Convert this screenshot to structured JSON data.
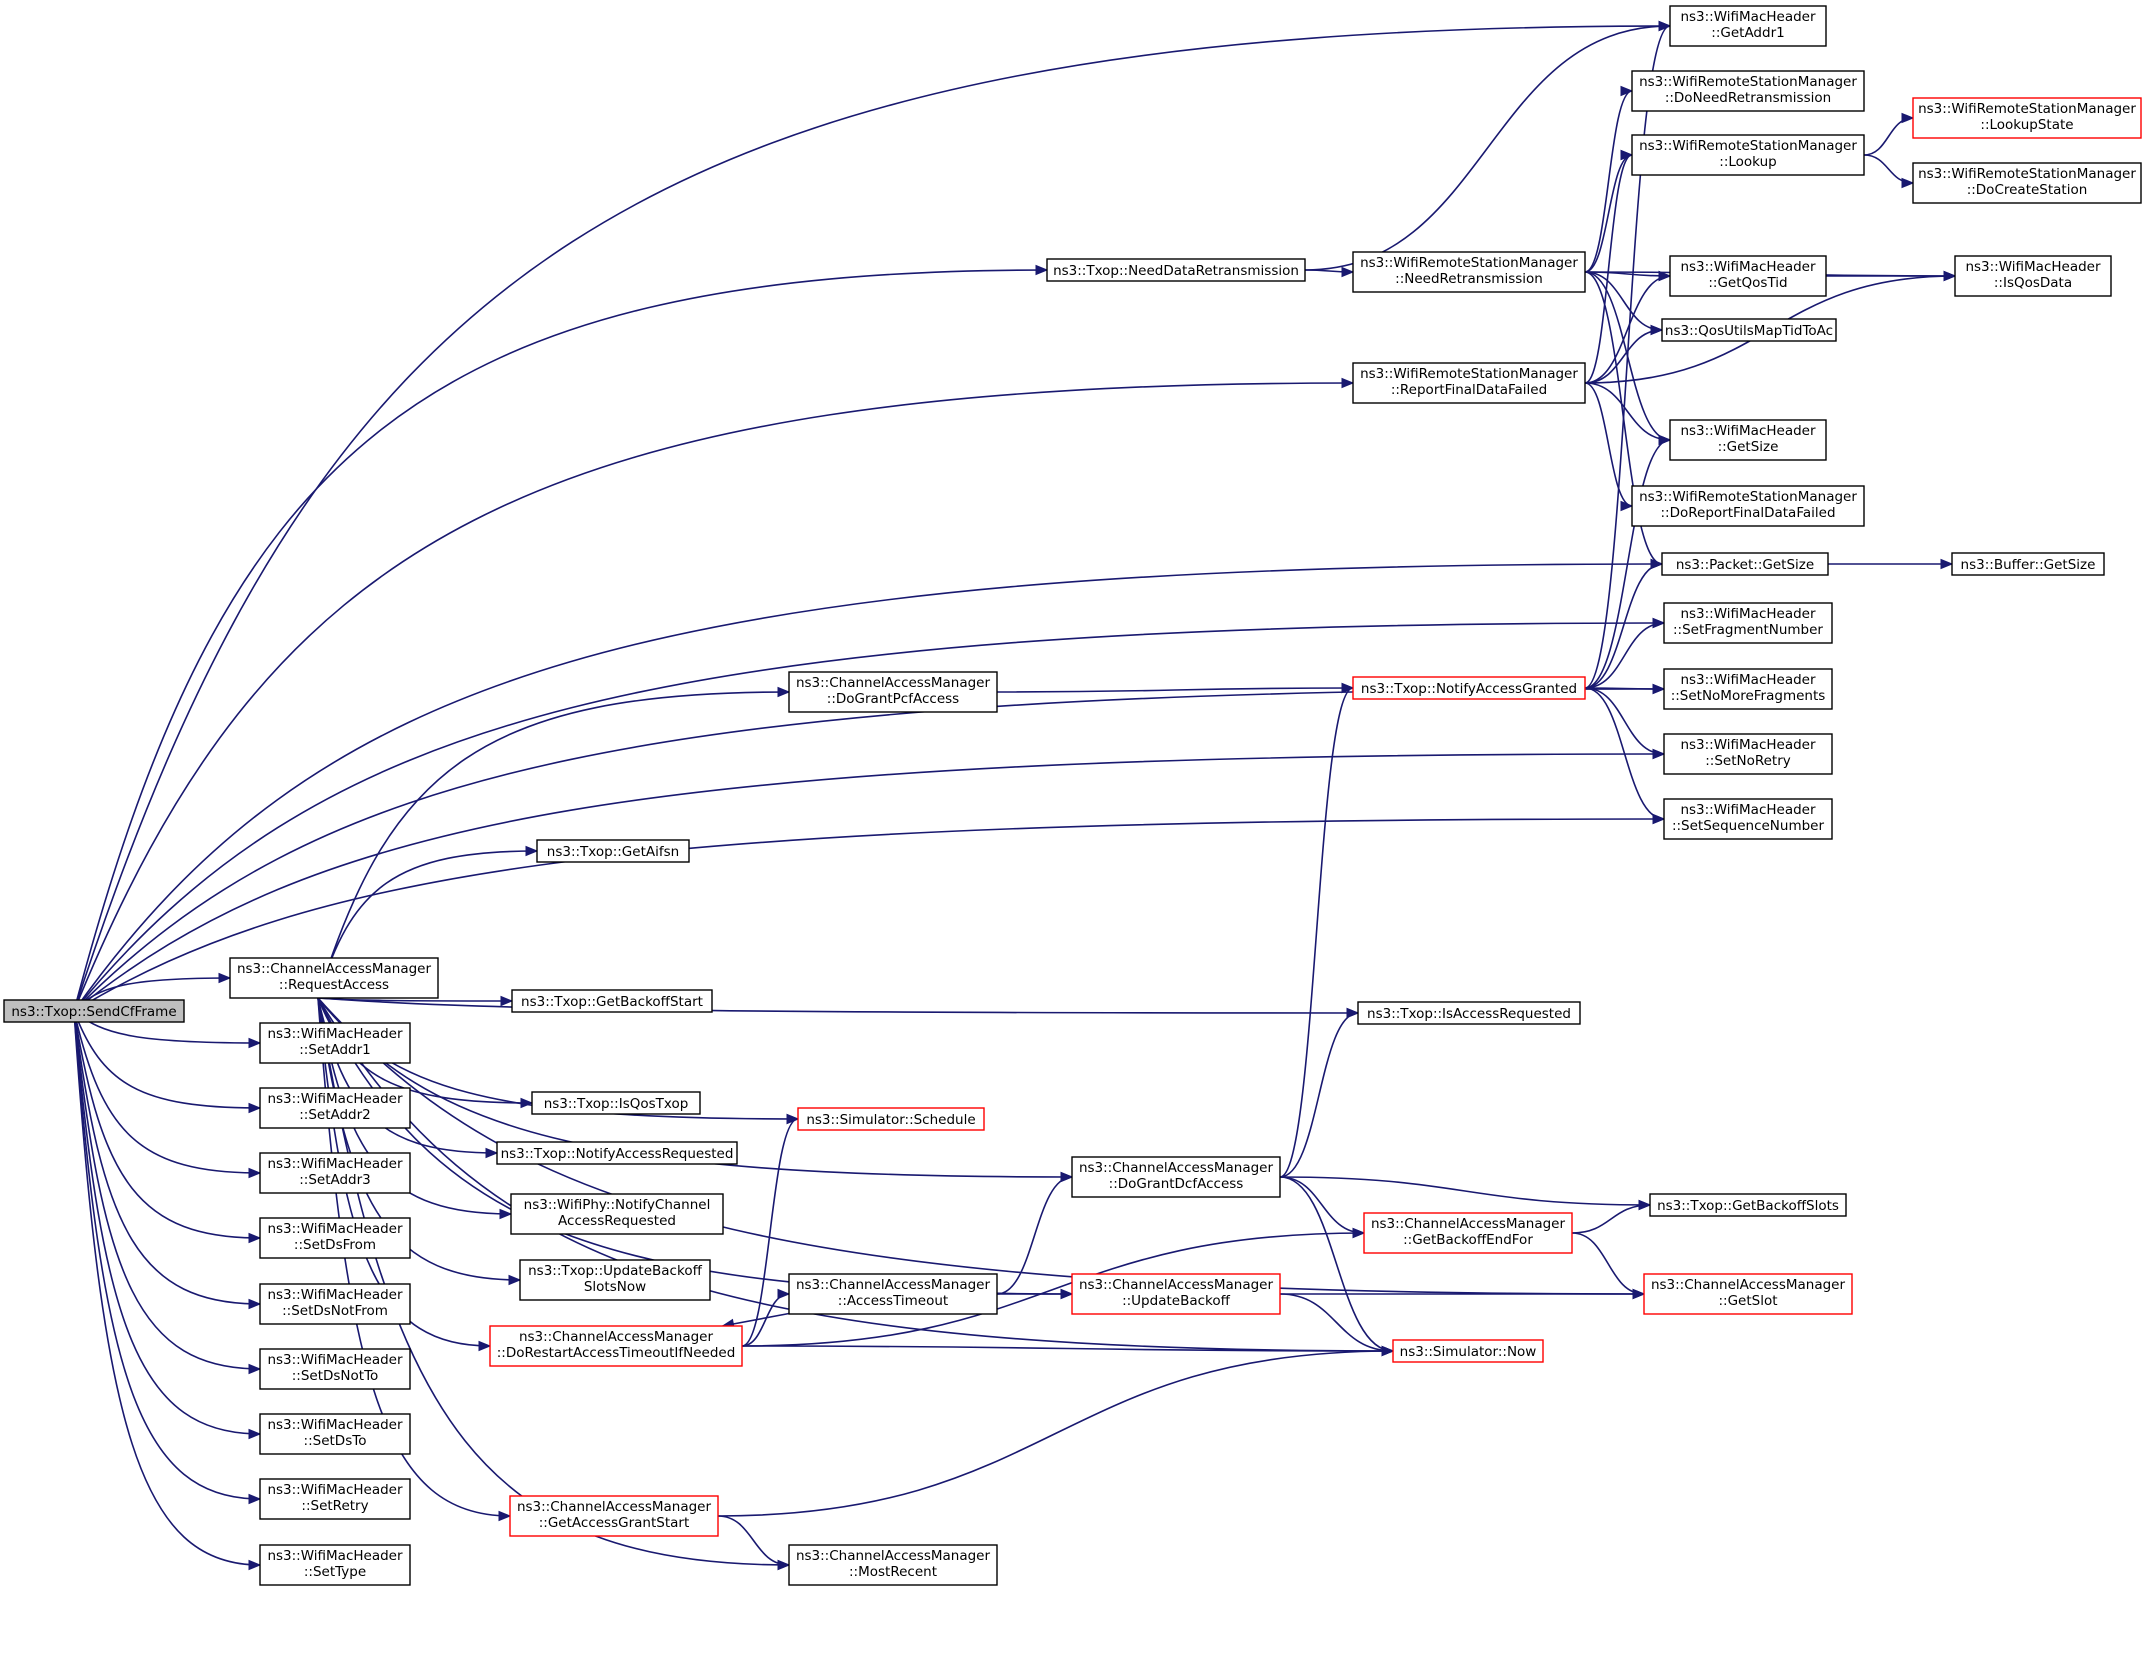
{
  "nodes": [
    {
      "id": "sendcf",
      "lines": [
        "ns3::Txop::SendCfFrame"
      ],
      "style": "root"
    },
    {
      "id": "needdata",
      "lines": [
        "ns3::Txop::NeedDataRetransmission"
      ],
      "style": "normal"
    },
    {
      "id": "needretx",
      "lines": [
        "ns3::WifiRemoteStationManager",
        "::NeedRetransmission"
      ],
      "style": "normal"
    },
    {
      "id": "reportfinal",
      "lines": [
        "ns3::WifiRemoteStationManager",
        "::ReportFinalDataFailed"
      ],
      "style": "normal"
    },
    {
      "id": "getaddr1",
      "lines": [
        "ns3::WifiMacHeader",
        "::GetAddr1"
      ],
      "style": "normal"
    },
    {
      "id": "doneedretx",
      "lines": [
        "ns3::WifiRemoteStationManager",
        "::DoNeedRetransmission"
      ],
      "style": "normal"
    },
    {
      "id": "lookup",
      "lines": [
        "ns3::WifiRemoteStationManager",
        "::Lookup"
      ],
      "style": "normal"
    },
    {
      "id": "lookupstate",
      "lines": [
        "ns3::WifiRemoteStationManager",
        "::LookupState"
      ],
      "style": "red"
    },
    {
      "id": "docreate",
      "lines": [
        "ns3::WifiRemoteStationManager",
        "::DoCreateStation"
      ],
      "style": "normal"
    },
    {
      "id": "getqostid",
      "lines": [
        "ns3::WifiMacHeader",
        "::GetQosTid"
      ],
      "style": "normal"
    },
    {
      "id": "isqosdata",
      "lines": [
        "ns3::WifiMacHeader",
        "::IsQosData"
      ],
      "style": "normal"
    },
    {
      "id": "qosutils",
      "lines": [
        "ns3::QosUtilsMapTidToAc"
      ],
      "style": "normal"
    },
    {
      "id": "hdrgetsize",
      "lines": [
        "ns3::WifiMacHeader",
        "::GetSize"
      ],
      "style": "normal"
    },
    {
      "id": "doreportfinal",
      "lines": [
        "ns3::WifiRemoteStationManager",
        "::DoReportFinalDataFailed"
      ],
      "style": "normal"
    },
    {
      "id": "pktgetsize",
      "lines": [
        "ns3::Packet::GetSize"
      ],
      "style": "normal"
    },
    {
      "id": "bufgetsize",
      "lines": [
        "ns3::Buffer::GetSize"
      ],
      "style": "normal"
    },
    {
      "id": "setfrag",
      "lines": [
        "ns3::WifiMacHeader",
        "::SetFragmentNumber"
      ],
      "style": "normal"
    },
    {
      "id": "setnomore",
      "lines": [
        "ns3::WifiMacHeader",
        "::SetNoMoreFragments"
      ],
      "style": "normal"
    },
    {
      "id": "setnoretry",
      "lines": [
        "ns3::WifiMacHeader",
        "::SetNoRetry"
      ],
      "style": "normal"
    },
    {
      "id": "setseq",
      "lines": [
        "ns3::WifiMacHeader",
        "::SetSequenceNumber"
      ],
      "style": "normal"
    },
    {
      "id": "dograntpcf",
      "lines": [
        "ns3::ChannelAccessManager",
        "::DoGrantPcfAccess"
      ],
      "style": "normal"
    },
    {
      "id": "notifygranted",
      "lines": [
        "ns3::Txop::NotifyAccessGranted"
      ],
      "style": "red"
    },
    {
      "id": "getaifsn",
      "lines": [
        "ns3::Txop::GetAifsn"
      ],
      "style": "normal"
    },
    {
      "id": "requestaccess",
      "lines": [
        "ns3::ChannelAccessManager",
        "::RequestAccess"
      ],
      "style": "normal"
    },
    {
      "id": "getbackoffstart",
      "lines": [
        "ns3::Txop::GetBackoffStart"
      ],
      "style": "normal"
    },
    {
      "id": "isaccessreq",
      "lines": [
        "ns3::Txop::IsAccessRequested"
      ],
      "style": "normal"
    },
    {
      "id": "isqostxop",
      "lines": [
        "ns3::Txop::IsQosTxop"
      ],
      "style": "normal"
    },
    {
      "id": "schedule",
      "lines": [
        "ns3::Simulator::Schedule"
      ],
      "style": "red"
    },
    {
      "id": "notifyaccreq",
      "lines": [
        "ns3::Txop::NotifyAccessRequested"
      ],
      "style": "normal"
    },
    {
      "id": "phynotify",
      "lines": [
        "ns3::WifiPhy::NotifyChannel",
        "AccessRequested"
      ],
      "style": "normal"
    },
    {
      "id": "updbackslots",
      "lines": [
        "ns3::Txop::UpdateBackoff",
        "SlotsNow"
      ],
      "style": "normal"
    },
    {
      "id": "dorestart",
      "lines": [
        "ns3::ChannelAccessManager",
        "::DoRestartAccessTimeoutIfNeeded"
      ],
      "style": "red"
    },
    {
      "id": "accesstimeout",
      "lines": [
        "ns3::ChannelAccessManager",
        "::AccessTimeout"
      ],
      "style": "normal"
    },
    {
      "id": "dograntdcf",
      "lines": [
        "ns3::ChannelAccessManager",
        "::DoGrantDcfAccess"
      ],
      "style": "normal"
    },
    {
      "id": "getbackoffend",
      "lines": [
        "ns3::ChannelAccessManager",
        "::GetBackoffEndFor"
      ],
      "style": "red"
    },
    {
      "id": "getbackoffslots",
      "lines": [
        "ns3::Txop::GetBackoffSlots"
      ],
      "style": "normal"
    },
    {
      "id": "updatebackoff",
      "lines": [
        "ns3::ChannelAccessManager",
        "::UpdateBackoff"
      ],
      "style": "red"
    },
    {
      "id": "getslot",
      "lines": [
        "ns3::ChannelAccessManager",
        "::GetSlot"
      ],
      "style": "red"
    },
    {
      "id": "simnow",
      "lines": [
        "ns3::Simulator::Now"
      ],
      "style": "red"
    },
    {
      "id": "getaccgrant",
      "lines": [
        "ns3::ChannelAccessManager",
        "::GetAccessGrantStart"
      ],
      "style": "red"
    },
    {
      "id": "mostrecent",
      "lines": [
        "ns3::ChannelAccessManager",
        "::MostRecent"
      ],
      "style": "normal"
    },
    {
      "id": "setaddr1",
      "lines": [
        "ns3::WifiMacHeader",
        "::SetAddr1"
      ],
      "style": "normal"
    },
    {
      "id": "setaddr2",
      "lines": [
        "ns3::WifiMacHeader",
        "::SetAddr2"
      ],
      "style": "normal"
    },
    {
      "id": "setaddr3",
      "lines": [
        "ns3::WifiMacHeader",
        "::SetAddr3"
      ],
      "style": "normal"
    },
    {
      "id": "setdsfrom",
      "lines": [
        "ns3::WifiMacHeader",
        "::SetDsFrom"
      ],
      "style": "normal"
    },
    {
      "id": "setdsnotfrom",
      "lines": [
        "ns3::WifiMacHeader",
        "::SetDsNotFrom"
      ],
      "style": "normal"
    },
    {
      "id": "setdsnotto",
      "lines": [
        "ns3::WifiMacHeader",
        "::SetDsNotTo"
      ],
      "style": "normal"
    },
    {
      "id": "setdsto",
      "lines": [
        "ns3::WifiMacHeader",
        "::SetDsTo"
      ],
      "style": "normal"
    },
    {
      "id": "setretry",
      "lines": [
        "ns3::WifiMacHeader",
        "::SetRetry"
      ],
      "style": "normal"
    },
    {
      "id": "settype",
      "lines": [
        "ns3::WifiMacHeader",
        "::SetType"
      ],
      "style": "normal"
    }
  ],
  "edges": [
    [
      "sendcf",
      "getaddr1"
    ],
    [
      "sendcf",
      "needdata"
    ],
    [
      "sendcf",
      "reportfinal"
    ],
    [
      "sendcf",
      "pktgetsize"
    ],
    [
      "sendcf",
      "setfrag"
    ],
    [
      "sendcf",
      "setnomore"
    ],
    [
      "sendcf",
      "setnoretry"
    ],
    [
      "sendcf",
      "setseq"
    ],
    [
      "sendcf",
      "requestaccess"
    ],
    [
      "sendcf",
      "setaddr1"
    ],
    [
      "sendcf",
      "setaddr2"
    ],
    [
      "sendcf",
      "setaddr3"
    ],
    [
      "sendcf",
      "setdsfrom"
    ],
    [
      "sendcf",
      "setdsnotfrom"
    ],
    [
      "sendcf",
      "setdsnotto"
    ],
    [
      "sendcf",
      "setdsto"
    ],
    [
      "sendcf",
      "setretry"
    ],
    [
      "sendcf",
      "settype"
    ],
    [
      "needdata",
      "getaddr1"
    ],
    [
      "needdata",
      "needretx"
    ],
    [
      "needretx",
      "doneedretx"
    ],
    [
      "needretx",
      "lookup"
    ],
    [
      "needretx",
      "getqostid"
    ],
    [
      "needretx",
      "isqosdata"
    ],
    [
      "needretx",
      "qosutils"
    ],
    [
      "needretx",
      "hdrgetsize"
    ],
    [
      "needretx",
      "pktgetsize"
    ],
    [
      "reportfinal",
      "lookup"
    ],
    [
      "reportfinal",
      "getqostid"
    ],
    [
      "reportfinal",
      "qosutils"
    ],
    [
      "reportfinal",
      "isqosdata"
    ],
    [
      "reportfinal",
      "hdrgetsize"
    ],
    [
      "reportfinal",
      "doreportfinal"
    ],
    [
      "lookup",
      "lookupstate"
    ],
    [
      "lookup",
      "docreate"
    ],
    [
      "getqostid",
      "isqosdata"
    ],
    [
      "pktgetsize",
      "bufgetsize"
    ],
    [
      "notifygranted",
      "getaddr1"
    ],
    [
      "notifygranted",
      "hdrgetsize"
    ],
    [
      "notifygranted",
      "pktgetsize"
    ],
    [
      "notifygranted",
      "setfrag"
    ],
    [
      "notifygranted",
      "setnomore"
    ],
    [
      "notifygranted",
      "setnoretry"
    ],
    [
      "notifygranted",
      "setseq"
    ],
    [
      "dograntpcf",
      "notifygranted"
    ],
    [
      "requestaccess",
      "dograntpcf"
    ],
    [
      "requestaccess",
      "getaifsn"
    ],
    [
      "requestaccess",
      "getbackoffstart"
    ],
    [
      "requestaccess",
      "isaccessreq"
    ],
    [
      "requestaccess",
      "isqostxop"
    ],
    [
      "requestaccess",
      "schedule"
    ],
    [
      "requestaccess",
      "notifyaccreq"
    ],
    [
      "requestaccess",
      "phynotify"
    ],
    [
      "requestaccess",
      "updbackslots"
    ],
    [
      "requestaccess",
      "dorestart"
    ],
    [
      "requestaccess",
      "dograntdcf"
    ],
    [
      "requestaccess",
      "updatebackoff"
    ],
    [
      "requestaccess",
      "simnow"
    ],
    [
      "requestaccess",
      "getaccgrant"
    ],
    [
      "requestaccess",
      "mostrecent"
    ],
    [
      "requestaccess",
      "getslot"
    ],
    [
      "dorestart",
      "schedule"
    ],
    [
      "dorestart",
      "accesstimeout"
    ],
    [
      "dorestart",
      "getbackoffend"
    ],
    [
      "dorestart",
      "simnow"
    ],
    [
      "accesstimeout",
      "dorestart"
    ],
    [
      "accesstimeout",
      "dograntdcf"
    ],
    [
      "accesstimeout",
      "updatebackoff"
    ],
    [
      "dograntdcf",
      "notifygranted"
    ],
    [
      "dograntdcf",
      "isaccessreq"
    ],
    [
      "dograntdcf",
      "getbackoffslots"
    ],
    [
      "dograntdcf",
      "getbackoffend"
    ],
    [
      "dograntdcf",
      "simnow"
    ],
    [
      "getbackoffend",
      "getbackoffslots"
    ],
    [
      "getbackoffend",
      "getslot"
    ],
    [
      "updatebackoff",
      "getslot"
    ],
    [
      "updatebackoff",
      "simnow"
    ],
    [
      "getaccgrant",
      "simnow"
    ],
    [
      "getaccgrant",
      "mostrecent"
    ]
  ]
}
